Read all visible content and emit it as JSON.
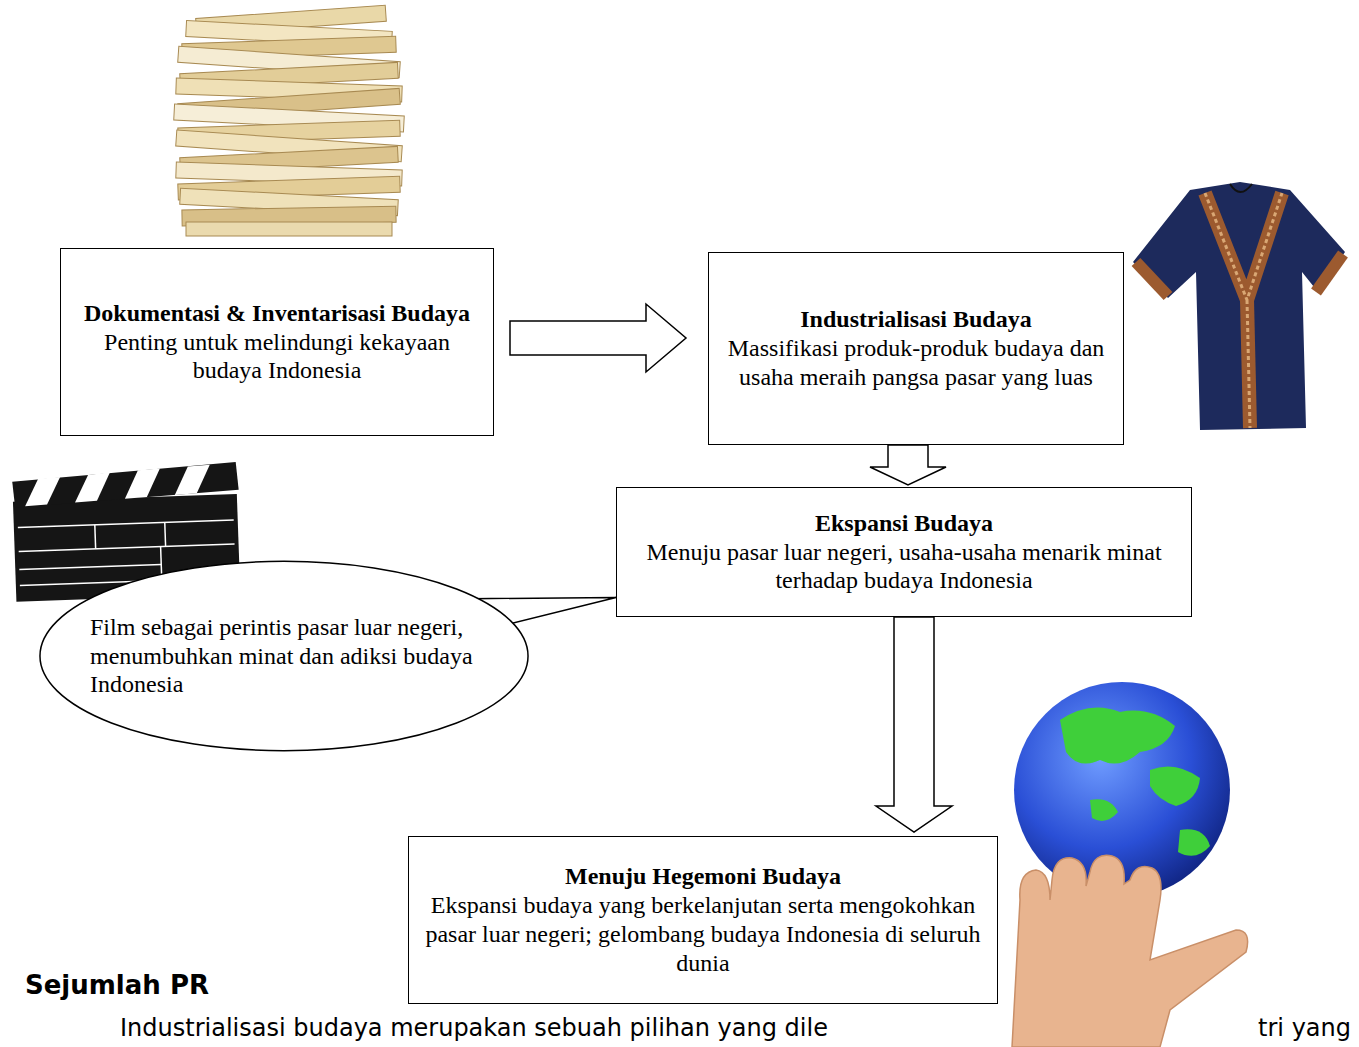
{
  "diagram": {
    "nodes": [
      {
        "text": [
          "Dokumentasi & Inventarisasi Budaya",
          "Penting untuk melindungi kekayaan budaya Indonesia"
        ]
      },
      {
        "text": [
          "Industrialisasi Budaya",
          "Massifikasi produk-produk budaya dan usaha meraih pangsa pasar yang luas"
        ]
      },
      {
        "text": [
          "Ekspansi Budaya",
          "Menuju pasar luar negeri, usaha-usaha menarik minat terhadap budaya Indonesia"
        ]
      },
      {
        "text": [
          "Film sebagai perintis pasar luar negeri, menumbuhkan minat dan adiksi budaya Indonesia"
        ]
      },
      {
        "text": [
          "Menuju Hegemoni Budaya",
          "Ekspansi budaya yang berkelanjutan serta mengokohkan pasar luar negeri; gelombang budaya Indonesia di seluruh dunia"
        ]
      }
    ],
    "edges": [
      {
        "from": 0,
        "to": 1,
        "arrow": "to"
      },
      {
        "from": 1,
        "to": 2,
        "arrow": "to"
      },
      {
        "from": 2,
        "to": 4,
        "arrow": "to"
      },
      {
        "from": 3,
        "to": 2,
        "arrow": "none"
      }
    ],
    "labels": [
      "Sejumlah PR",
      "Industrialisasi budaya merupakan sebuah pilihan yang dile",
      "tri yang"
    ]
  }
}
